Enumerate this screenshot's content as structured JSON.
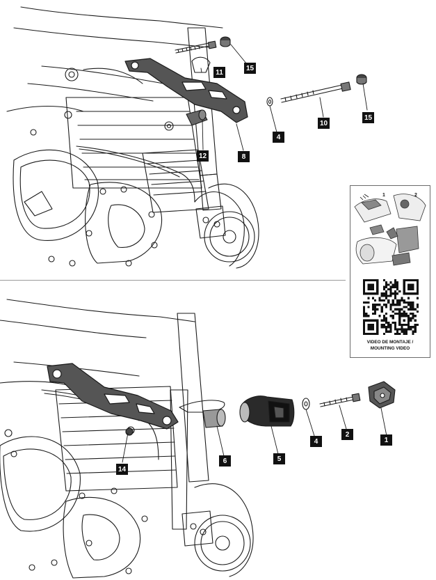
{
  "callouts": {
    "c15a": "15",
    "c11": "11",
    "c4a": "4",
    "c10": "10",
    "c15b": "15",
    "c12": "12",
    "c8": "8",
    "c6": "6",
    "c5": "5",
    "c4b": "4",
    "c2": "2",
    "c1": "1",
    "c14": "14"
  },
  "video_panel": {
    "step1": "1",
    "step2": "2",
    "caption_line1": "VIDEO DE MONTAJE /",
    "caption_line2": "MOUNTING VIDEO"
  },
  "colors": {
    "ink": "#111111",
    "line": "#1a1a1a",
    "divider": "#9a9a9a"
  }
}
